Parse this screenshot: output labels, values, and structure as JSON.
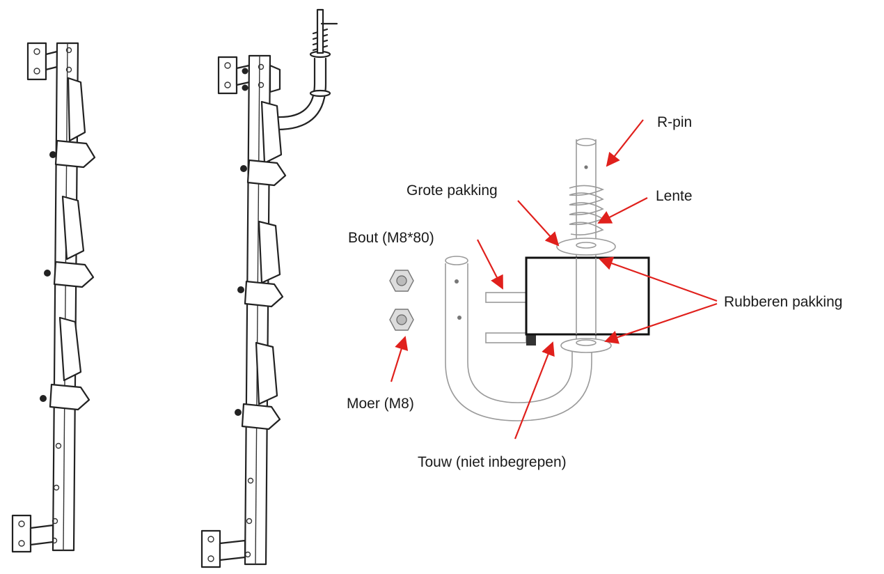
{
  "diagram": {
    "labels": {
      "r_pin": "R-pin",
      "grote_pakking": "Grote pakking",
      "lente": "Lente",
      "bout": "Bout (M8*80)",
      "rubberen_pakking": "Rubberen pakking",
      "moer": "Moer (M8)",
      "touw": "Touw (niet inbegrepen)"
    },
    "colors": {
      "arrow": "#e0201c",
      "line": "#222222",
      "label": "#1a1a1a"
    }
  }
}
